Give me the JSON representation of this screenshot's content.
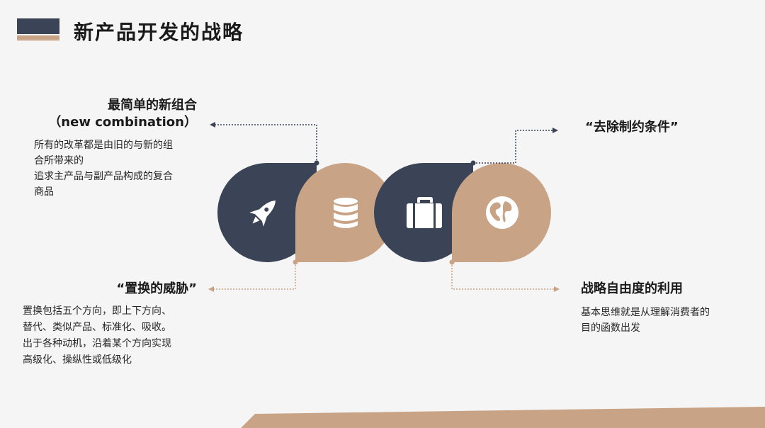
{
  "title": "新产品开发的战略",
  "colors": {
    "dark": "#3a4456",
    "tan": "#c8a386",
    "background": "#f5f5f5"
  },
  "icons": [
    "rocket-icon",
    "database-icon",
    "briefcase-icon",
    "globe-icon"
  ],
  "top_left": {
    "heading_line1": "最简单的新组合",
    "heading_line2": "（new combination）",
    "body_lines": [
      "所有的改革都是由旧的与新的组",
      "合所带来的",
      "追求主产品与副产品构成的复合",
      "商品"
    ]
  },
  "bottom_left": {
    "heading": "“置换的威胁”",
    "body_lines": [
      "置换包括五个方向，即上下方向、",
      "替代、类似产品、标准化、吸收。",
      "出于各种动机，沿着某个方向实现",
      "高级化、操纵性或低级化"
    ]
  },
  "top_right": {
    "heading": "“去除制约条件”"
  },
  "bottom_right": {
    "heading": "战略自由度的利用",
    "body_lines": [
      "基本思维就是从理解消费者的",
      "目的函数出发"
    ]
  }
}
